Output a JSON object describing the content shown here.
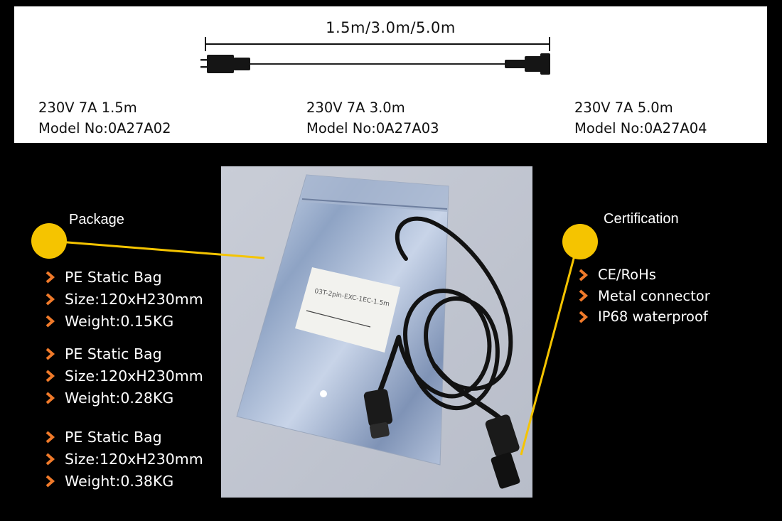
{
  "dimension": {
    "label": "1.5m/3.0m/5.0m"
  },
  "specs": [
    {
      "rating": "230V 7A 1.5m",
      "model": "Model No:0A27A02"
    },
    {
      "rating": "230V 7A 3.0m",
      "model": "Model No:0A27A03"
    },
    {
      "rating": "230V 7A 5.0m",
      "model": "Model No:0A27A04"
    }
  ],
  "photo": {
    "bag_label": "03T-2pin-EXC-1EC-1.5m"
  },
  "package": {
    "title": "Package",
    "groups": [
      [
        "PE Static Bag",
        "Size:120xH230mm",
        "Weight:0.15KG"
      ],
      [
        "PE Static Bag",
        "Size:120xH230mm",
        "Weight:0.28KG"
      ],
      [
        "PE Static Bag",
        "Size:120xH230mm",
        "Weight:0.38KG"
      ]
    ]
  },
  "certification": {
    "title": "Certification",
    "items": [
      "CE/RoHs",
      "Metal connector",
      "IP68 waterproof"
    ]
  },
  "colors": {
    "accent": "#f5c400",
    "arrow": "#f07a2a",
    "background": "#000000",
    "panel": "#ffffff"
  }
}
